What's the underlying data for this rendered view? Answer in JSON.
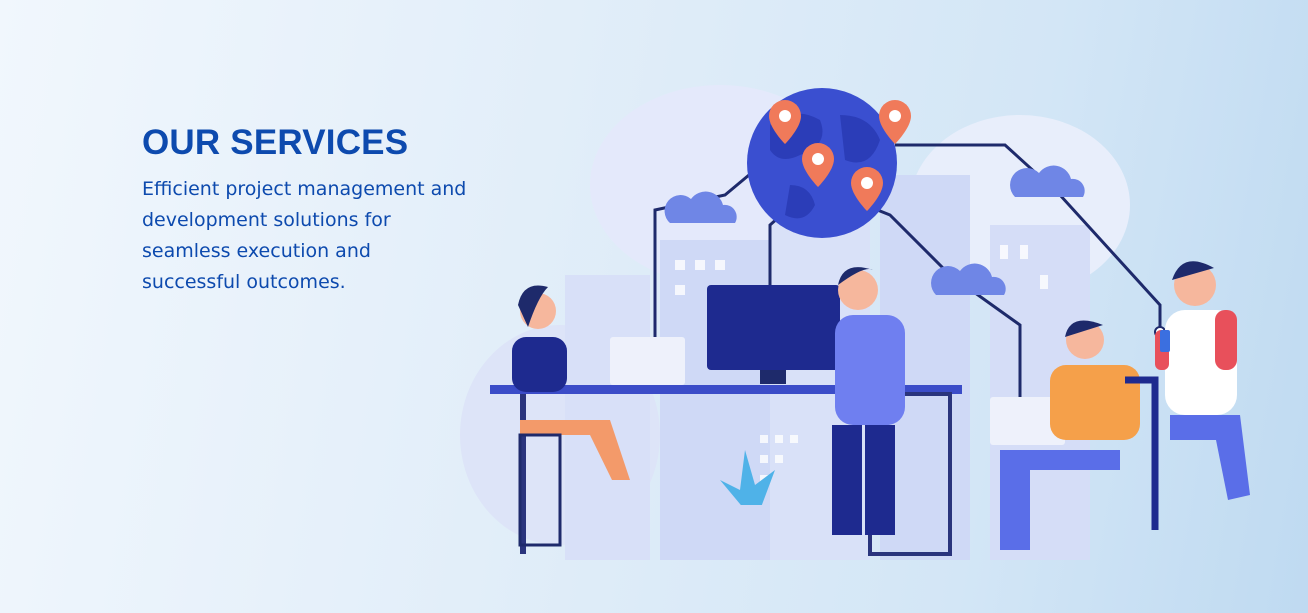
{
  "hero": {
    "title": "OUR SERVICES",
    "description_lines": [
      "Efficient project management and",
      "development solutions for",
      "seamless execution and",
      "successful outcomes."
    ]
  },
  "colors": {
    "text": "#0d4aae",
    "accent_pin": "#f07a5a",
    "globe": "#3a4fd0"
  }
}
